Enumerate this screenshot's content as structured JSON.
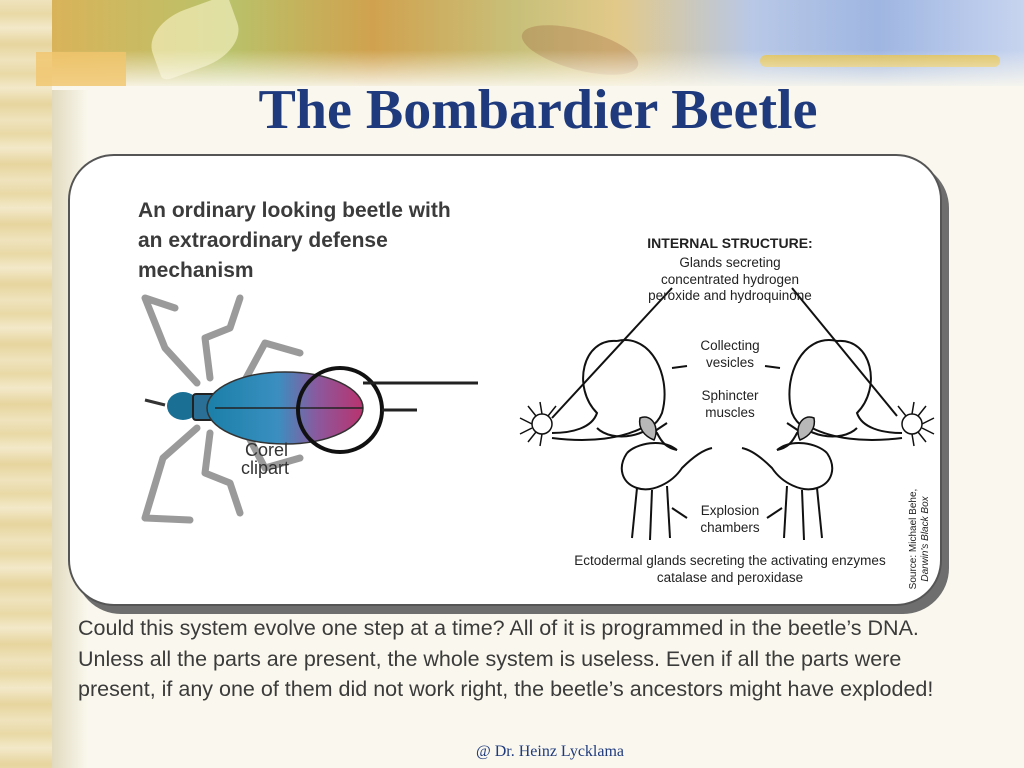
{
  "slide": {
    "title": "The Bombardier Beetle",
    "intro": "An ordinary looking beetle with an extraordinary defense mechanism",
    "beetle_label_line1": "Corel",
    "beetle_label_line2": "clipart",
    "diagram": {
      "title": "INTERNAL STRUCTURE:",
      "glands_label": "Glands secreting concentrated hydrogen peroxide and hydroquinone",
      "collecting_label": "Collecting vesicles",
      "sphincter_label": "Sphincter muscles",
      "explosion_label": "Explosion chambers",
      "ectodermal_label": "Ectodermal glands secreting the activating enzymes catalase and peroxidase",
      "source_prefix": "Source: Michael Behe,",
      "source_book": "Darwin's Black Box"
    },
    "body": "Could this system evolve one step at a time? All of it is programmed in the beetle’s DNA. Unless all the parts are present, the whole system is useless. Even if all the parts were present, if any one of them did not work right, the beetle’s ancestors might have exploded!",
    "footer": "@ Dr. Heinz Lycklama"
  },
  "colors": {
    "title": "#1f3a7d",
    "text": "#3b3b3b",
    "beetle_head": "#1a7fa8",
    "beetle_tail": "#b8336e"
  }
}
